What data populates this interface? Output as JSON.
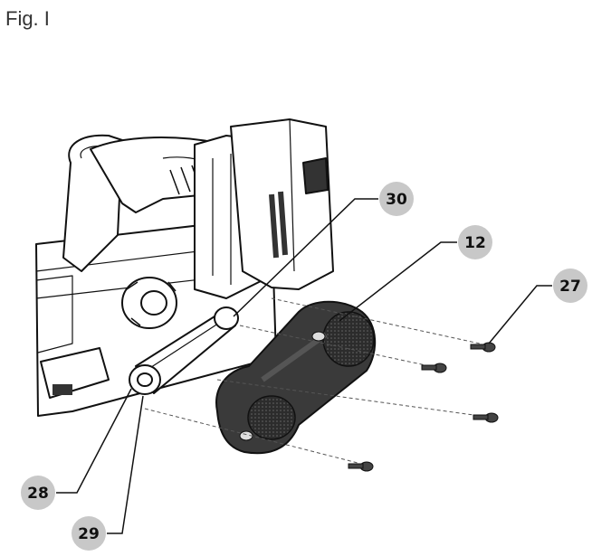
{
  "figure": {
    "title": "Fig. I"
  },
  "callouts": {
    "c30": "30",
    "c12": "12",
    "c27": "27",
    "c28": "28",
    "c29": "29"
  },
  "colors": {
    "badge": "#c8c8c8",
    "ink": "#111111",
    "dark": "#3a3a3a"
  }
}
